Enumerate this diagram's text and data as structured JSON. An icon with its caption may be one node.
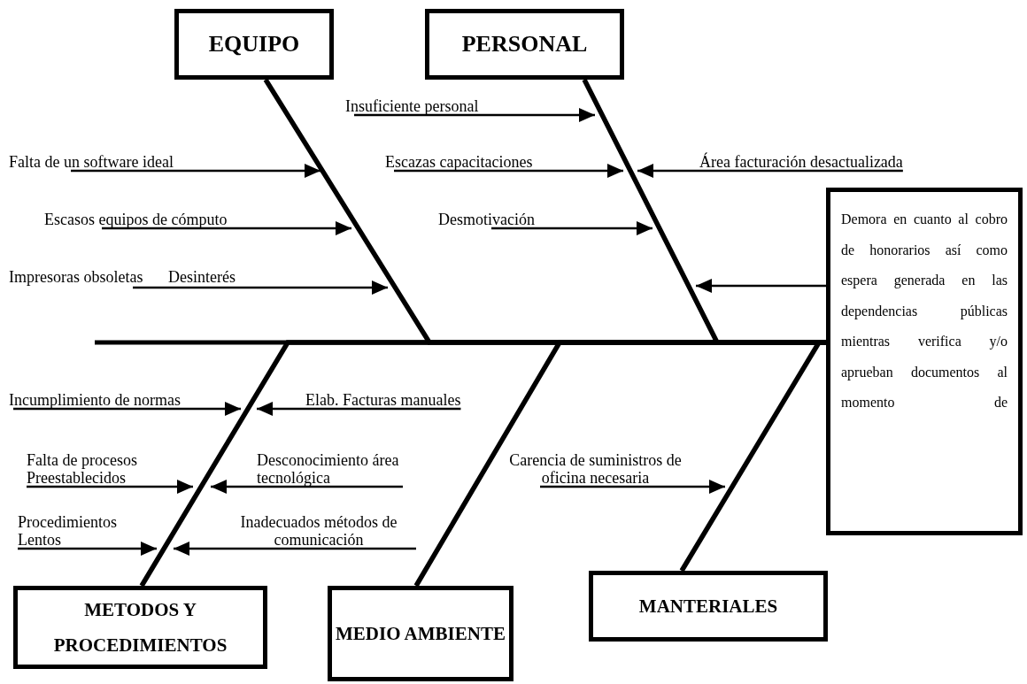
{
  "diagram": {
    "nodes": [
      {
        "text": [
          "EQUIPO"
        ]
      },
      {
        "text": [
          "PERSONAL"
        ]
      },
      {
        "text": [
          "Insuficiente personal"
        ]
      },
      {
        "text": [
          "Falta de un software ideal"
        ]
      },
      {
        "text": [
          "Escazas capacitaciones"
        ]
      },
      {
        "text": [
          "Área facturación desactualizada"
        ]
      },
      {
        "text": [
          "Escasos equipos de cómputo"
        ]
      },
      {
        "text": [
          "Desmotivación"
        ]
      },
      {
        "text": [
          "Demora en cuanto al cobro de honorarios así como espera generada en las dependencias públicas mientras verifica y/o aprueban documentos al momento de"
        ]
      },
      {
        "text": [
          "Impresoras obsoletas"
        ]
      },
      {
        "text": [
          "Incumplimiento de normas"
        ]
      },
      {
        "text": [
          "Elab. Facturas manuales"
        ]
      },
      {
        "text": [
          "Falta de procesos Preestablecidos"
        ]
      },
      {
        "text": [
          "Desconocimiento área tecnológica"
        ]
      },
      {
        "text": [
          "Carencia de suministros de oficina necesaria"
        ]
      },
      {
        "text": [
          "Procedimientos Lentos"
        ]
      },
      {
        "text": [
          "Inadecuados métodos de comunicación"
        ]
      },
      {
        "text": [
          "METODOS Y PROCEDIMIENTOS"
        ]
      },
      {
        "text": [
          "MEDIO AMBIENTE"
        ]
      },
      {
        "text": [
          "MANTERIALES"
        ]
      }
    ],
    "edges": [
      {
        "from": 0,
        "to": 8,
        "arrow": "none",
        "style": "thick"
      },
      {
        "from": 1,
        "to": 8,
        "arrow": "none",
        "style": "thick"
      },
      {
        "from": 17,
        "to": 8,
        "arrow": "none",
        "style": "thick"
      },
      {
        "from": 18,
        "to": 8,
        "arrow": "none",
        "style": "thick"
      },
      {
        "from": 19,
        "to": 8,
        "arrow": "none",
        "style": "thick"
      },
      {
        "from": 2,
        "to": null,
        "arrow": "to"
      },
      {
        "from": 3,
        "to": null,
        "arrow": "to"
      },
      {
        "from": 4,
        "to": null,
        "arrow": "to"
      },
      {
        "from": 5,
        "to": null,
        "arrow": "to"
      },
      {
        "from": 6,
        "to": null,
        "arrow": "to"
      },
      {
        "from": 7,
        "to": null,
        "arrow": "to"
      },
      {
        "from": 9,
        "to": null,
        "arrow": "to"
      },
      {
        "from": 8,
        "to": null,
        "arrow": "to"
      },
      {
        "from": 10,
        "to": null,
        "arrow": "to"
      },
      {
        "from": 11,
        "to": null,
        "arrow": "to"
      },
      {
        "from": 12,
        "to": null,
        "arrow": "to"
      },
      {
        "from": 13,
        "to": null,
        "arrow": "to"
      },
      {
        "from": 14,
        "to": null,
        "arrow": "to"
      },
      {
        "from": 15,
        "to": null,
        "arrow": "to"
      },
      {
        "from": 16,
        "to": null,
        "arrow": "to"
      }
    ],
    "labels": [
      "Desinterés"
    ]
  }
}
